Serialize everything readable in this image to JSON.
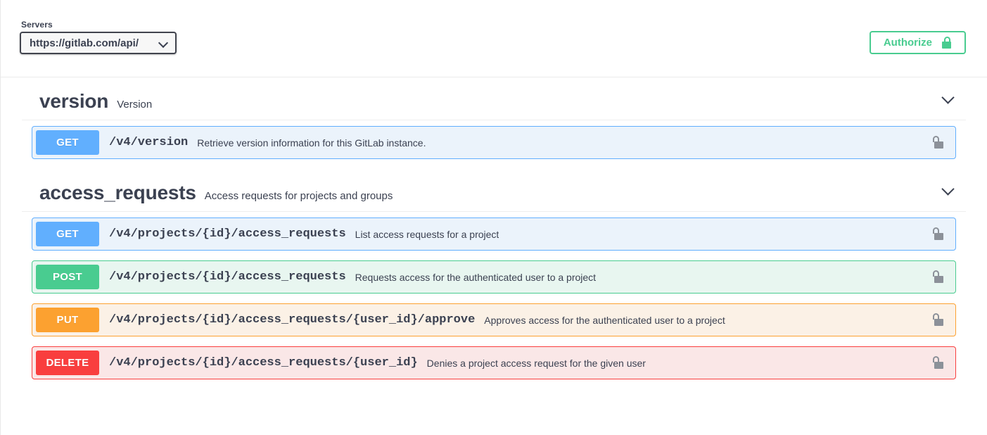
{
  "topbar": {
    "servers_label": "Servers",
    "server_value": "https://gitlab.com/api/",
    "server_options": [
      "https://gitlab.com/api/"
    ],
    "authorize_label": "Authorize",
    "authorize_icon": "unlock-icon",
    "dropdown_icon": "chevron-down-icon"
  },
  "colors": {
    "get": "#61affe",
    "post": "#49cc90",
    "put": "#fca130",
    "delete": "#f93e3e",
    "authorize": "#49cc90",
    "lock": "#8c9199",
    "text": "#3b4151"
  },
  "sections": [
    {
      "name": "version",
      "description": "Version",
      "toggle_icon": "chevron-down-icon",
      "operations": [
        {
          "method": "GET",
          "method_class": "get",
          "path": "/v4/version",
          "summary": "Retrieve version information for this GitLab instance.",
          "lock_icon": "unlock-icon"
        }
      ]
    },
    {
      "name": "access_requests",
      "description": "Access requests for projects and groups",
      "toggle_icon": "chevron-down-icon",
      "operations": [
        {
          "method": "GET",
          "method_class": "get",
          "path": "/v4/projects/{id}/access_requests",
          "summary": "List access requests for a project",
          "lock_icon": "unlock-icon"
        },
        {
          "method": "POST",
          "method_class": "post",
          "path": "/v4/projects/{id}/access_requests",
          "summary": "Requests access for the authenticated user to a project",
          "lock_icon": "unlock-icon"
        },
        {
          "method": "PUT",
          "method_class": "put",
          "path": "/v4/projects/{id}/access_requests/{user_id}/approve",
          "summary": "Approves access for the authenticated user to a project",
          "lock_icon": "unlock-icon"
        },
        {
          "method": "DELETE",
          "method_class": "delete",
          "path": "/v4/projects/{id}/access_requests/{user_id}",
          "summary": "Denies a project access request for the given user",
          "lock_icon": "unlock-icon"
        }
      ]
    }
  ]
}
